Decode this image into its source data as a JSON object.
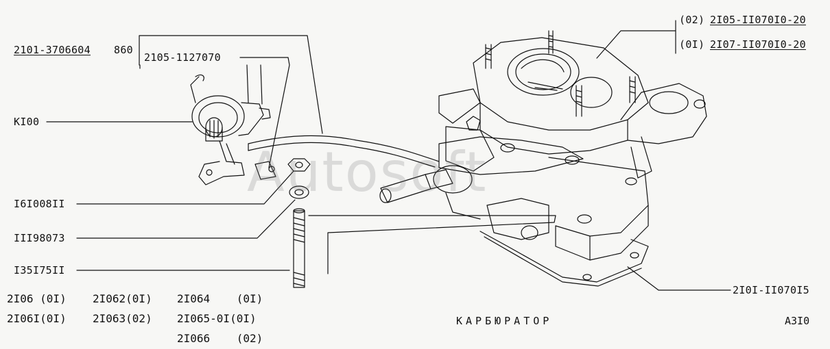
{
  "callouts": {
    "left_top_part": "2101-3706604",
    "left_top_qty": "860",
    "link_rod": "2105-1127070",
    "ki00": "KI00",
    "i61008ii": "I6I008II",
    "iii98073": "III98073",
    "i35i75ii": "I35I75II",
    "right_top_a_prefix": "(02)",
    "right_top_a_part": "2I05-II070I0-20",
    "right_top_b_prefix": "(0I)",
    "right_top_b_part": "2I07-II070I0-20",
    "right_bottom": "2I0I-II070I5"
  },
  "models": {
    "r1c1": "2I06 (0I)",
    "r1c2": "2I062(0I)",
    "r1c3": "2I064    (0I)",
    "r2c1": "2I06I(0I)",
    "r2c2": "2I063(02)",
    "r2c3": "2I065-0I(0I)",
    "r3c3": "2I066    (02)"
  },
  "title": "КАРБЮРАТОР",
  "page_number": "А3I0",
  "watermark": "Autosoft"
}
